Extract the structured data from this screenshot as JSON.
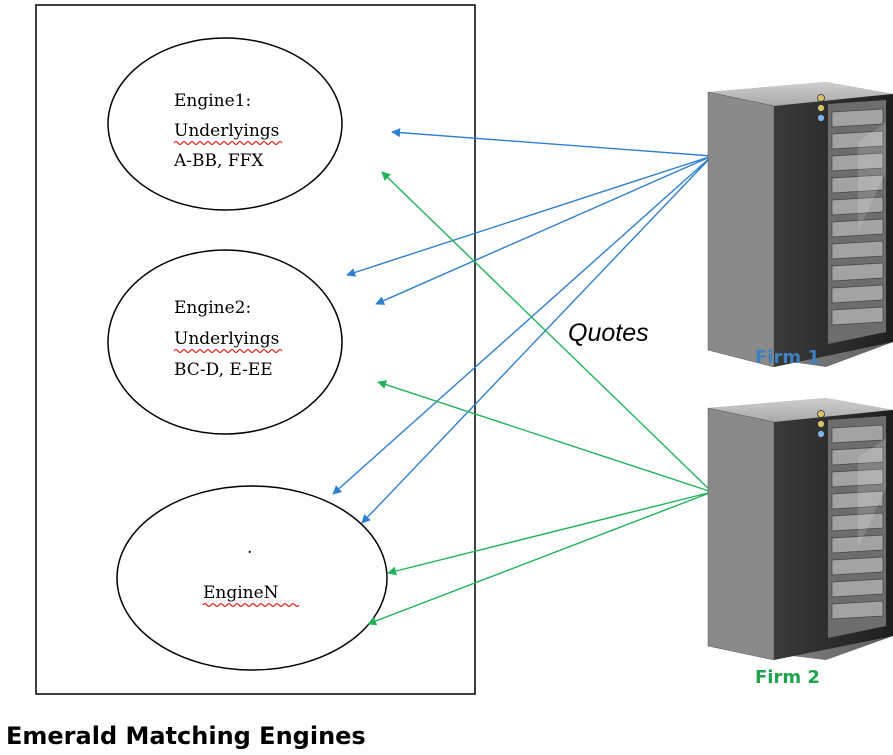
{
  "engines": {
    "engine1": {
      "line1": "Engine1:",
      "line2": "Underlyings",
      "line3": "A-BB, FFX"
    },
    "engine2": {
      "line1": "Engine2:",
      "line2": "Underlyings",
      "line3": "BC-D, E-EE"
    },
    "engineN": {
      "dot": ".",
      "label": "EngineN"
    }
  },
  "arrow_label": "Quotes",
  "firms": [
    {
      "label": "Firm 1",
      "color": "#3f7fc4"
    },
    {
      "label": "Firm 2",
      "color": "#1fa24a"
    }
  ],
  "colors": {
    "firm1_arrows": "#2f7fcf",
    "firm2_arrows": "#22b35a"
  },
  "caption": "Emerald Matching Engines"
}
